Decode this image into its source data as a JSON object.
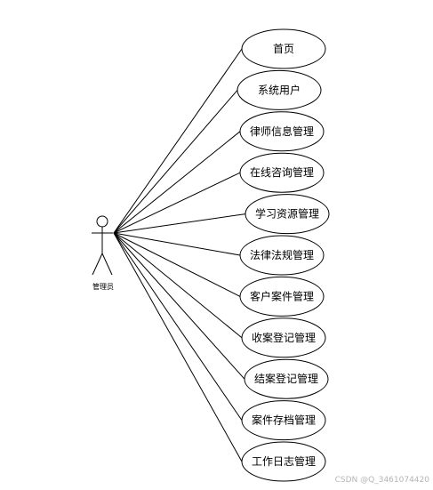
{
  "actor": {
    "label": "管理员",
    "icon": "stick-figure-icon"
  },
  "use_cases": [
    "首页",
    "系统用户",
    "律师信息管理",
    "在线咨询管理",
    "学习资源管理",
    "法律法规管理",
    "客户案件管理",
    "收案登记管理",
    "结案登记管理",
    "案件存档管理",
    "工作日志管理"
  ],
  "watermark": "CSDN @Q_3461074420"
}
